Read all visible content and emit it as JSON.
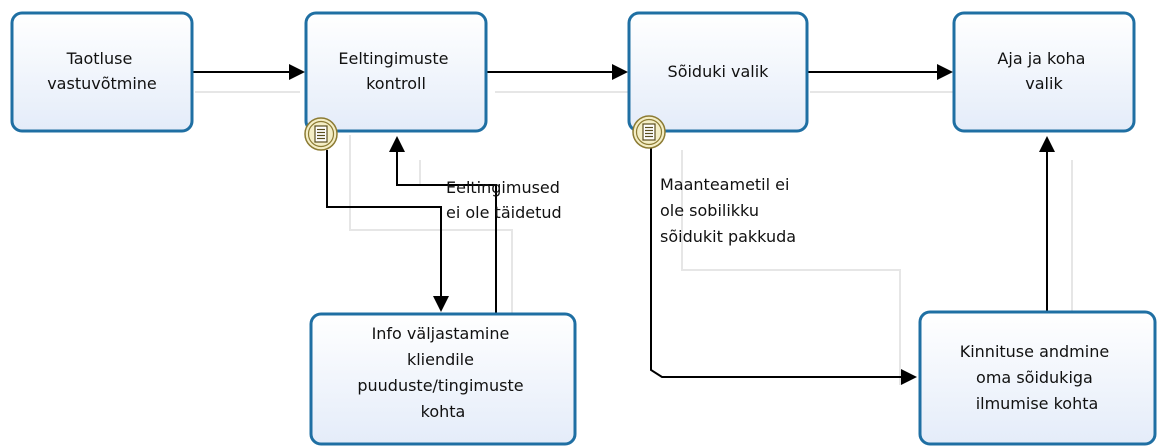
{
  "diagram": {
    "tasks": [
      {
        "id": "taotlus",
        "lines": [
          "Taotluse",
          "vastuvõtmine"
        ]
      },
      {
        "id": "eeltingimuste",
        "lines": [
          "Eeltingimuste",
          "kontroll"
        ]
      },
      {
        "id": "soiduki",
        "lines": [
          "Sõiduki valik"
        ]
      },
      {
        "id": "aja",
        "lines": [
          "Aja ja koha",
          "valik"
        ]
      },
      {
        "id": "info",
        "lines": [
          "Info väljastamine",
          "kliendile",
          "puuduste/tingimuste",
          "kohta"
        ]
      },
      {
        "id": "kinnitus",
        "lines": [
          "Kinnituse andmine",
          "oma sõidukiga",
          "ilmumise kohta"
        ]
      }
    ],
    "flow_labels": [
      {
        "id": "eeltingimused-label",
        "lines": [
          "Eeltingimused",
          "ei ole täidetud"
        ]
      },
      {
        "id": "maanteamet-label",
        "lines": [
          "Maanteametil ei",
          "ole sobilikku",
          "sõidukit pakkuda"
        ]
      }
    ],
    "colors": {
      "task_fill_top": "#ffffff",
      "task_fill_bottom": "#e4ecf9",
      "task_border": "#1f6fa3",
      "connector": "#000000",
      "marker_fill": "#f4eec6",
      "marker_border": "#8c7b33",
      "shadow_line": "#e6e6e6"
    },
    "icons": {
      "marker": "conditional-event-icon",
      "arrowhead": "arrowhead-icon"
    }
  }
}
